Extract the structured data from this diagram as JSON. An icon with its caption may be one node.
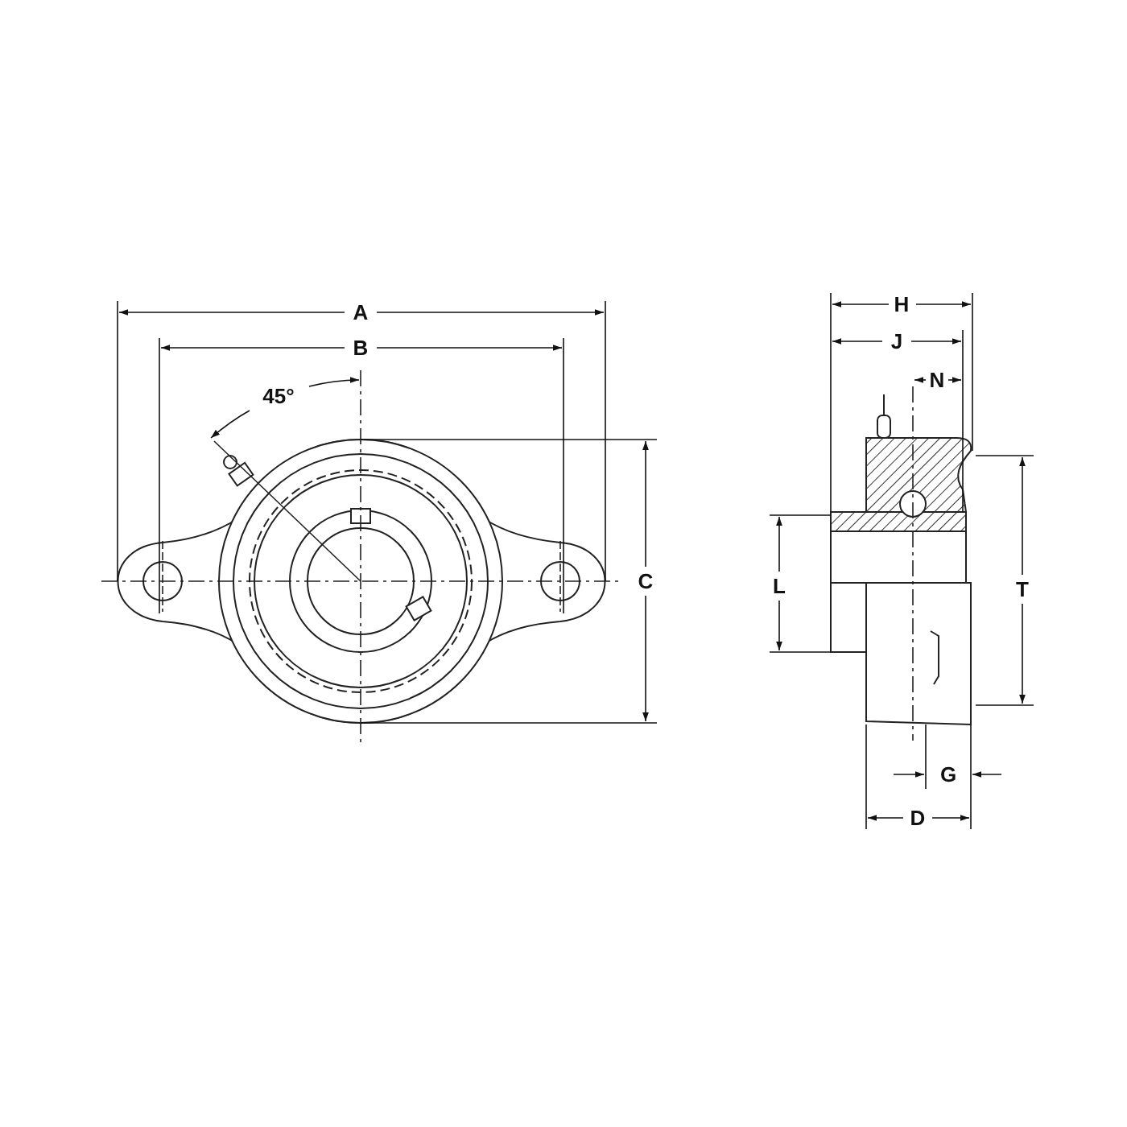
{
  "diagram": {
    "labels": [
      "A",
      "B",
      "45°",
      "C",
      "H",
      "J",
      "N",
      "L",
      "T",
      "G",
      "D"
    ]
  }
}
